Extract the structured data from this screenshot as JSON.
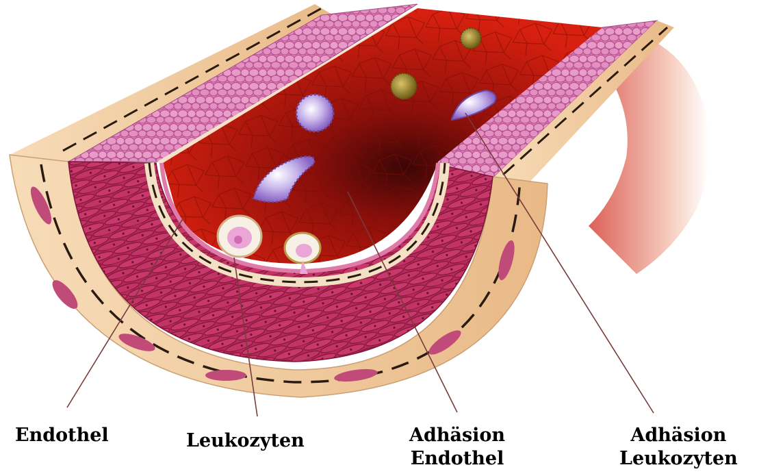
{
  "labels": {
    "endothel": "Endothel",
    "leukozyten": "Leukozyten",
    "adhaesion_endothel": [
      "Adhäsion",
      "Endothel"
    ],
    "adhaesion_leukozyten": [
      "Adhäsion",
      "Leukozyten"
    ]
  },
  "colors": {
    "lumen": "#cf1a0d",
    "lumen_dark": "#4a0707",
    "muscle": "#b62a5a",
    "muscle_dark": "#8e1c46",
    "adventitia": "#f0cfa2",
    "intima_pink": "#e07aa8",
    "elastic_band": "#f7e6cf",
    "leukocyte": "#b39ad8",
    "platelet": "#8b7a25",
    "pointer_line": "#7a3a3a"
  }
}
